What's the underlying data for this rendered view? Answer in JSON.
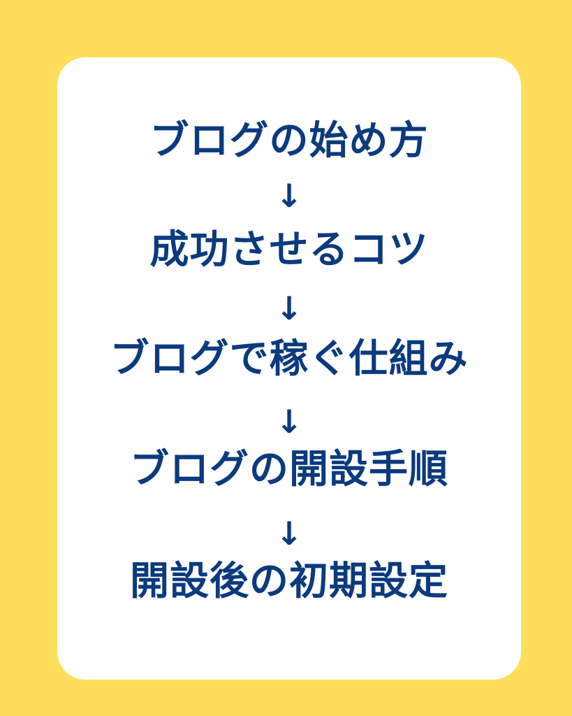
{
  "colors": {
    "background": "#FFDE59",
    "card": "#FFFFFF",
    "text": "#0B3A7E"
  },
  "steps": [
    "ブログの始め方",
    "成功させるコツ",
    "ブログで稼ぐ仕組み",
    "ブログの開設手順",
    "開設後の初期設定"
  ],
  "arrow": "↓"
}
